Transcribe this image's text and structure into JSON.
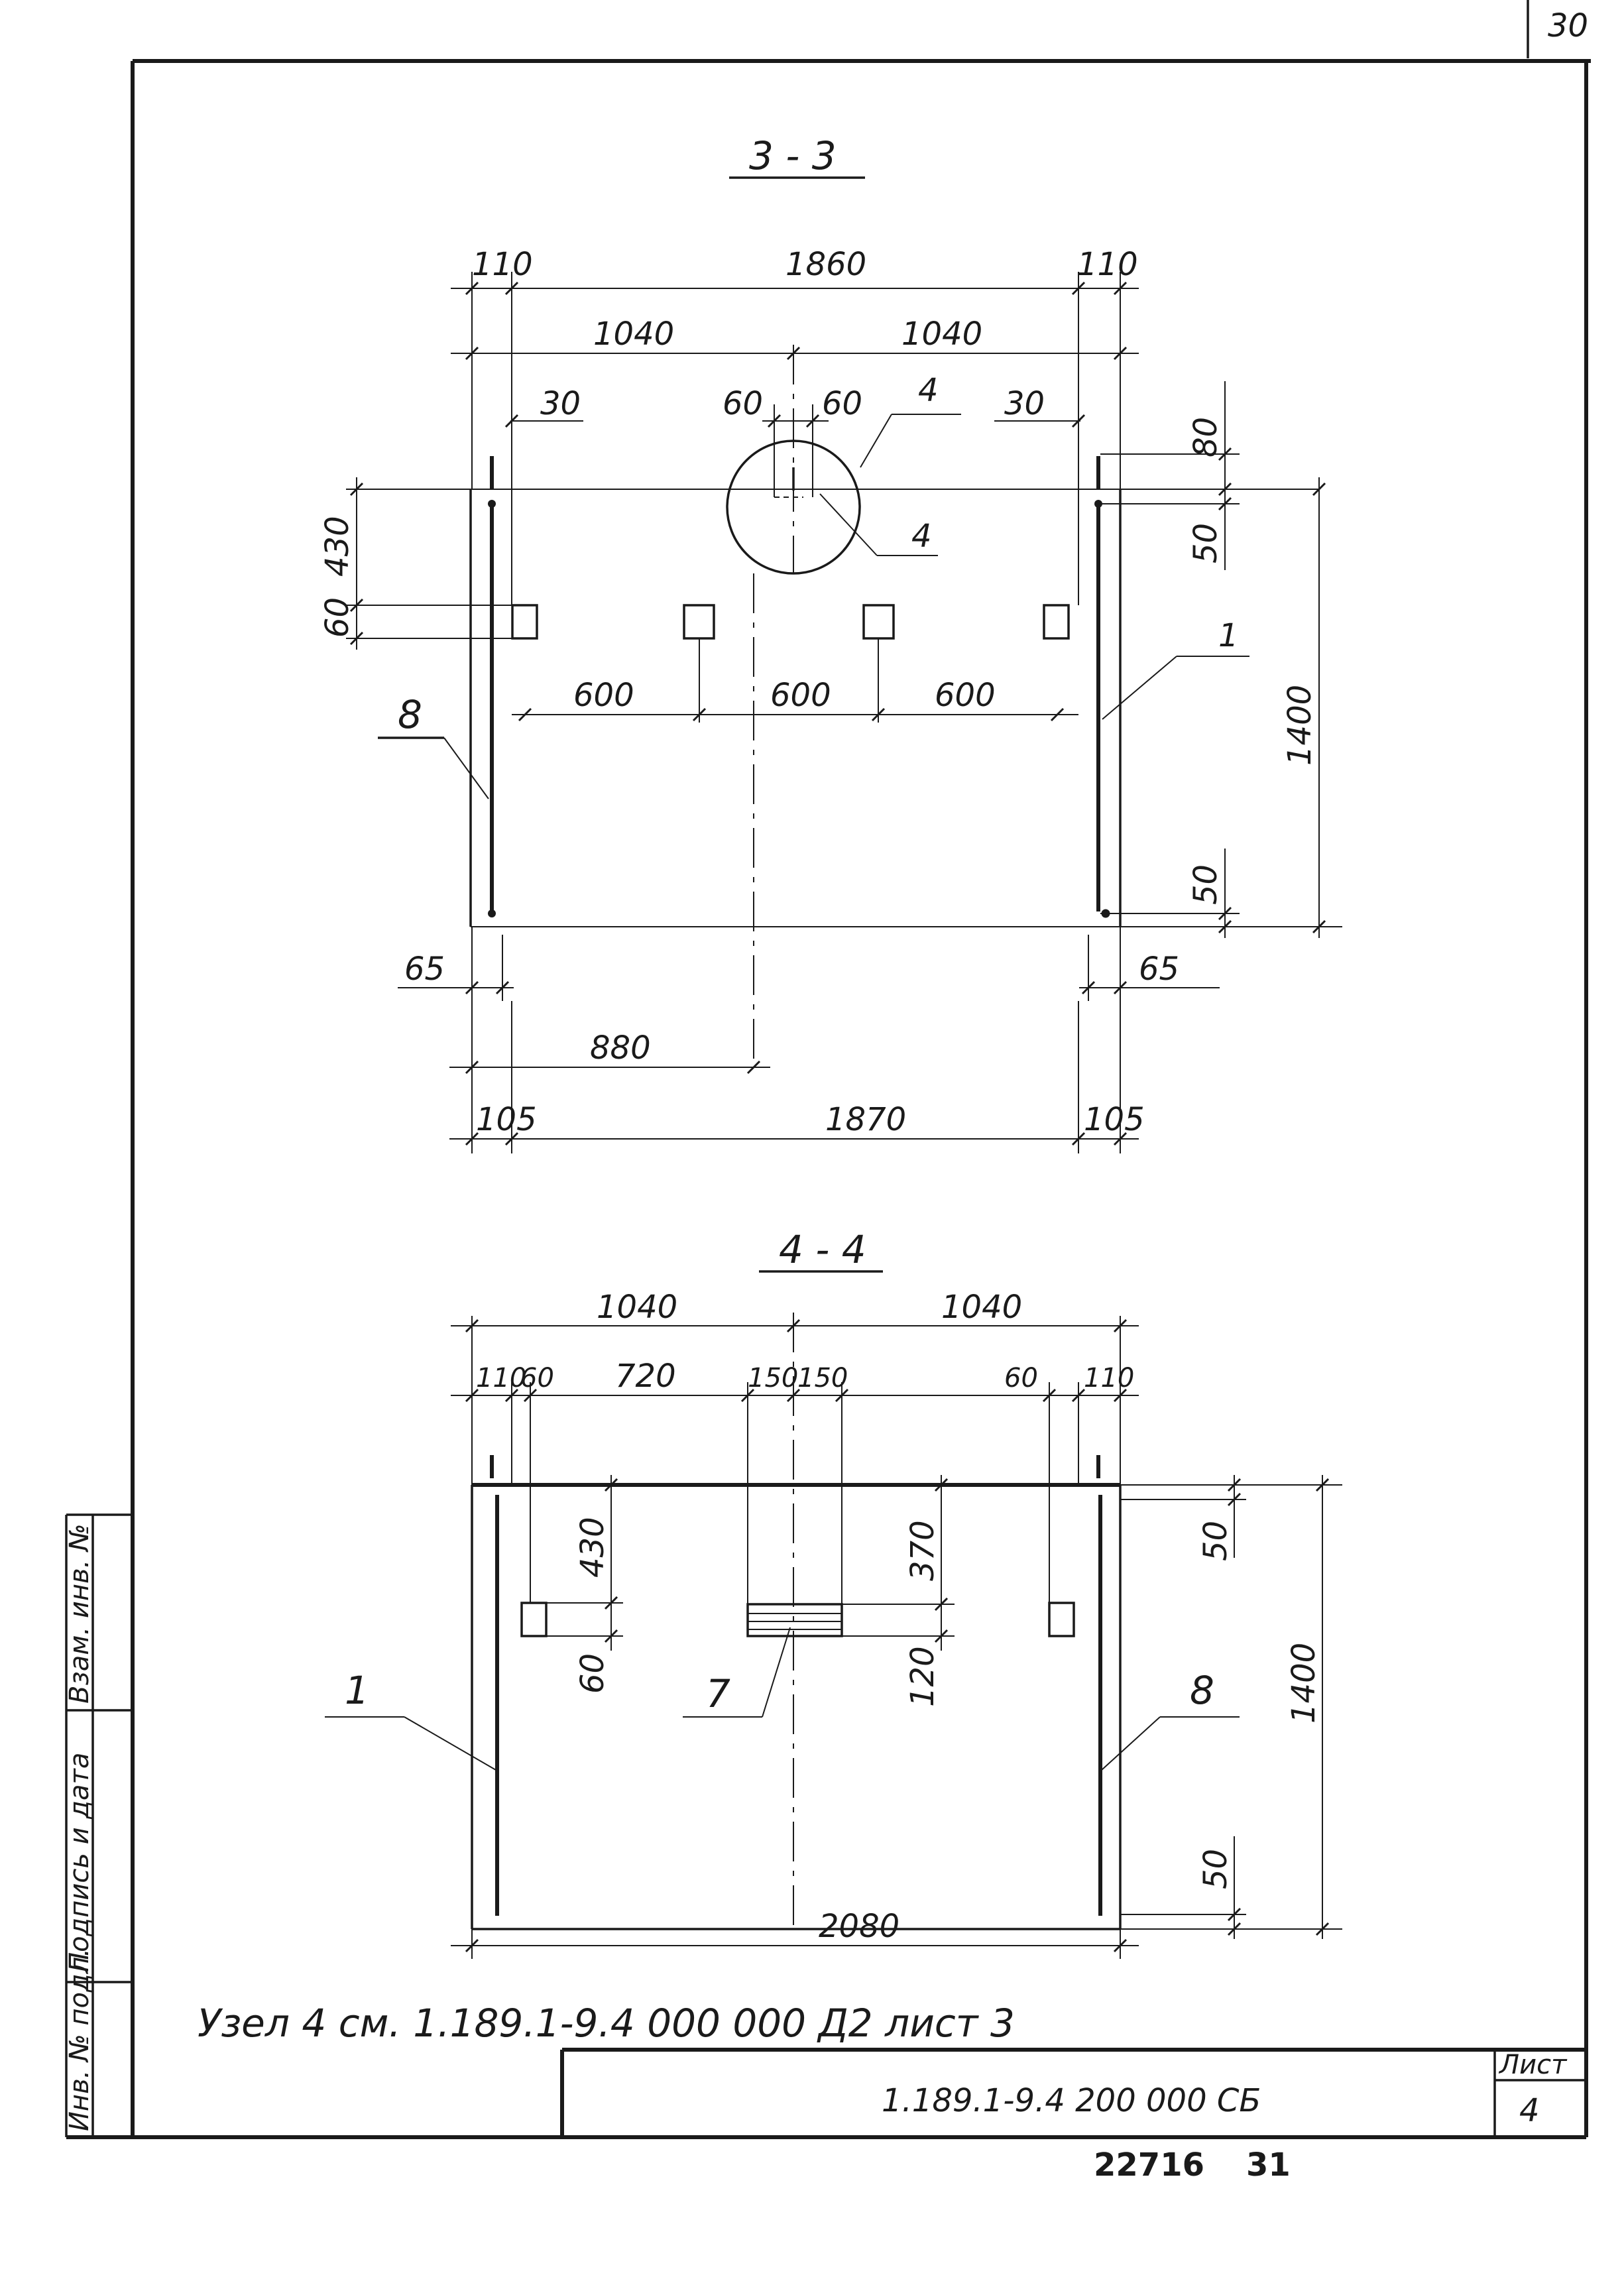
{
  "sheet": {
    "corner_number": "30",
    "footer_left": "22716",
    "footer_right": "31"
  },
  "side_stamp": {
    "inv_no_original": "Инв. № подл.",
    "signature_date": "Подпись и дата",
    "replacement_inv": "Взам. инв. №"
  },
  "title_block": {
    "designation": "1.189.1-9.4  200 000 СБ",
    "sheet_label": "Лист",
    "sheet_number": "4"
  },
  "note": "Узел 4   см. 1.189.1-9.4  000 000 Д2   лист 3",
  "section_33": {
    "title": "3 - 3",
    "dims": {
      "d110_left": "110",
      "d1860": "1860",
      "d110_right": "110",
      "d1040_left": "1040",
      "d1040_right": "1040",
      "d30_left": "30",
      "d60_left": "60",
      "d60_right": "60",
      "d30_right": "30",
      "d80": "80",
      "d430": "430",
      "d50_top": "50",
      "d60_side": "60",
      "d600_a": "600",
      "d600_b": "600",
      "d600_c": "600",
      "d1400": "1400",
      "d50_bottom": "50",
      "d65_left": "65",
      "d65_right": "65",
      "d880": "880",
      "d105_left": "105",
      "d1870": "1870",
      "d105_right": "105"
    },
    "callouts": {
      "c4_top": "4",
      "c4_node": "4",
      "c1": "1",
      "c8": "8"
    }
  },
  "section_44": {
    "title": "4 - 4",
    "dims": {
      "d1040_left": "1040",
      "d1040_right": "1040",
      "d110_left": "110",
      "d60_left": "60",
      "d720": "720",
      "d150_left": "150",
      "d150_right": "150",
      "d60_right": "60",
      "d110_right": "110",
      "d430": "430",
      "d60_side": "60",
      "d370": "370",
      "d120": "120",
      "d50_top": "50",
      "d1400": "1400",
      "d50_bottom": "50",
      "d2080": "2080"
    },
    "callouts": {
      "c1": "1",
      "c7": "7",
      "c8": "8"
    }
  }
}
